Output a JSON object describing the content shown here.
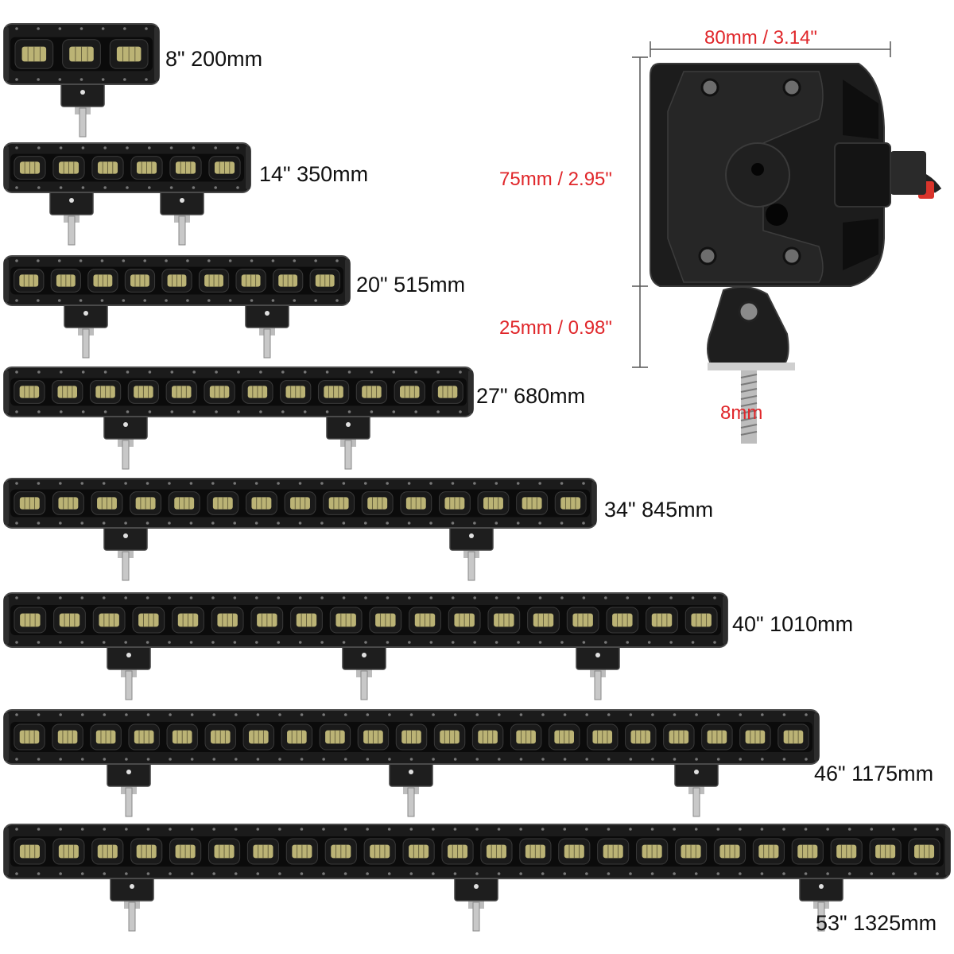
{
  "products": [
    {
      "label": "8\" 200mm",
      "leds": 3,
      "brackets": 1
    },
    {
      "label": "14\" 350mm",
      "leds": 6,
      "brackets": 2
    },
    {
      "label": "20\" 515mm",
      "leds": 9,
      "brackets": 2
    },
    {
      "label": "27\" 680mm",
      "leds": 12,
      "brackets": 2
    },
    {
      "label": "34\" 845mm",
      "leds": 15,
      "brackets": 2
    },
    {
      "label": "40\" 1010mm",
      "leds": 18,
      "brackets": 3
    },
    {
      "label": "46\" 1175mm",
      "leds": 21,
      "brackets": 3
    },
    {
      "label": "53\" 1325mm",
      "leds": 24,
      "brackets": 3
    }
  ],
  "dimensions": {
    "width": "80mm / 3.14\"",
    "height": "75mm / 2.95\"",
    "bracket_height": "25mm / 0.98\"",
    "bolt": "8mm"
  },
  "colors": {
    "dimension_text": "#e0262a",
    "bar_body": "#1b1b1b",
    "led_glow": "#d8cf86",
    "label_text": "#111111"
  }
}
